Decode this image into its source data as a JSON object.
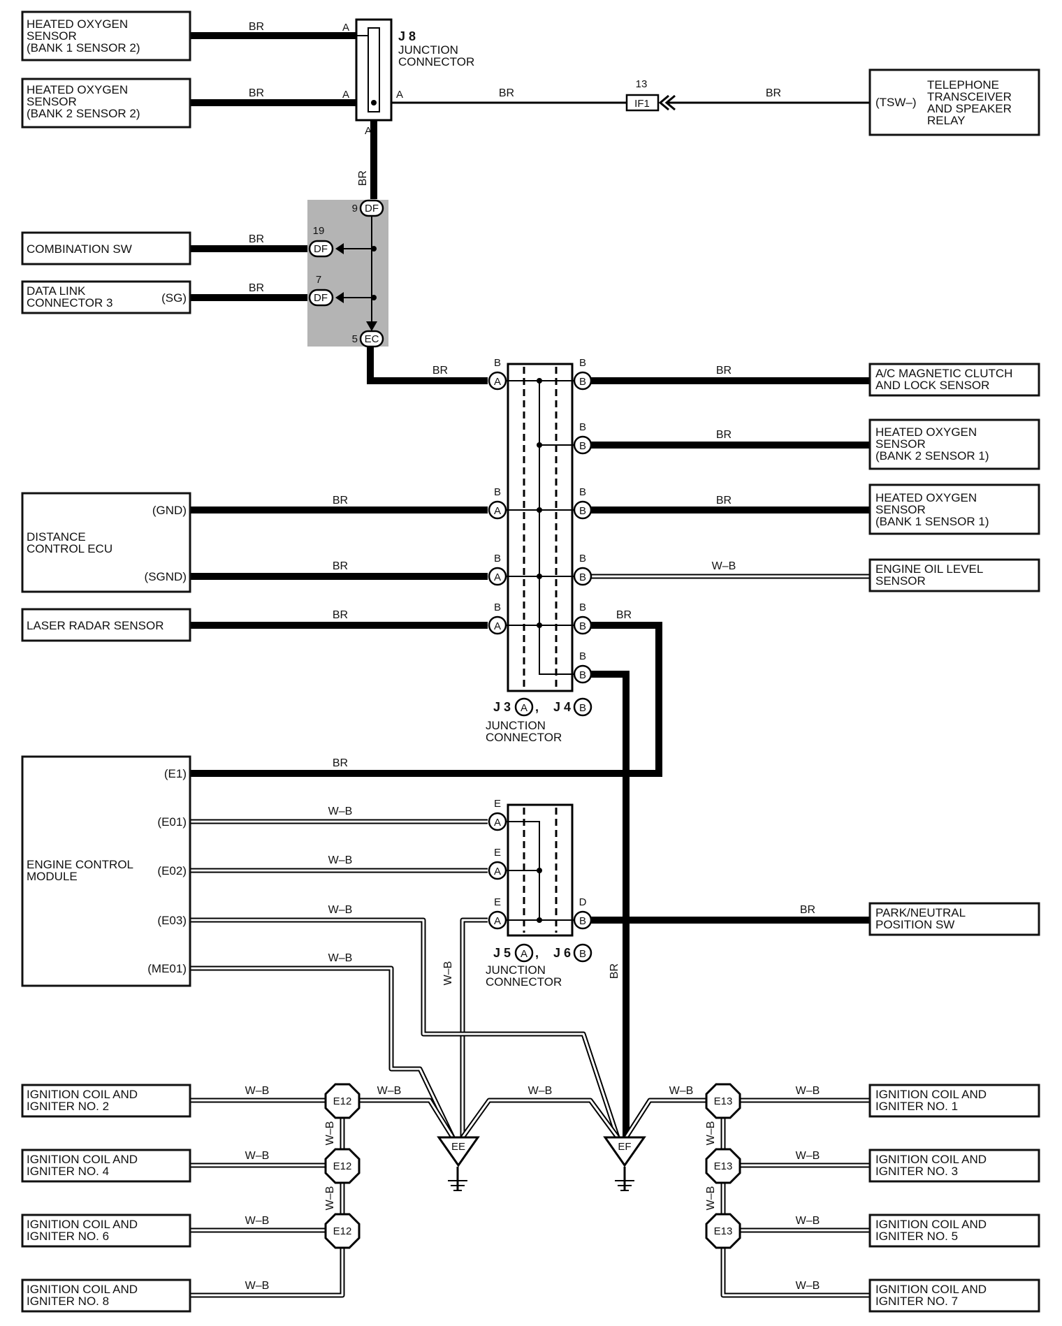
{
  "components": {
    "ho_b1s2": [
      "HEATED OXYGEN",
      "SENSOR",
      "(BANK 1 SENSOR 2)"
    ],
    "ho_b2s2": [
      "HEATED OXYGEN",
      "SENSOR",
      "(BANK 2 SENSOR 2)"
    ],
    "telephone": [
      "TELEPHONE",
      "TRANSCEIVER",
      "AND SPEAKER",
      "RELAY"
    ],
    "telephone_pin": "(TSW–)",
    "combination_sw": [
      "COMBINATION SW"
    ],
    "dlc3": [
      "DATA LINK",
      "CONNECTOR 3"
    ],
    "dlc3_pin": "(SG)",
    "ac_clutch": [
      "A/C MAGNETIC CLUTCH",
      "AND LOCK SENSOR"
    ],
    "ho_b2s1": [
      "HEATED OXYGEN",
      "SENSOR",
      "(BANK 2 SENSOR 1)"
    ],
    "ho_b1s1": [
      "HEATED OXYGEN",
      "SENSOR",
      "(BANK 1 SENSOR 1)"
    ],
    "distance_ecu": [
      "DISTANCE",
      "CONTROL ECU"
    ],
    "distance_ecu_pins": [
      "(GND)",
      "(SGND)"
    ],
    "oil_level": [
      "ENGINE OIL LEVEL",
      "SENSOR"
    ],
    "laser_radar": [
      "LASER RADAR SENSOR"
    ],
    "ecm": [
      "ENGINE CONTROL",
      "MODULE"
    ],
    "ecm_pins": [
      "(E1)",
      "(E01)",
      "(E02)",
      "(E03)",
      "(ME01)"
    ],
    "park_neutral": [
      "PARK/NEUTRAL",
      "POSITION SW"
    ],
    "ign_left": [
      [
        "IGNITION COIL AND",
        "IGNITER NO. 2"
      ],
      [
        "IGNITION COIL AND",
        "IGNITER NO. 4"
      ],
      [
        "IGNITION COIL AND",
        "IGNITER NO. 6"
      ],
      [
        "IGNITION COIL AND",
        "IGNITER NO. 8"
      ]
    ],
    "ign_right": [
      [
        "IGNITION COIL AND",
        "IGNITER NO. 1"
      ],
      [
        "IGNITION COIL AND",
        "IGNITER NO. 3"
      ],
      [
        "IGNITION COIL AND",
        "IGNITER NO. 5"
      ],
      [
        "IGNITION COIL AND",
        "IGNITER NO. 7"
      ]
    ]
  },
  "wire_colors": {
    "br": "BR",
    "wb": "W–B"
  },
  "connectors": {
    "j8_id": "J 8",
    "j8_label": [
      "JUNCTION",
      "CONNECTOR"
    ],
    "pin_a": "A",
    "pin_b": "B",
    "pin_d": "D",
    "pin_e": "E",
    "if1": "IF1",
    "if1_pin": "13",
    "df": "DF",
    "ec": "EC",
    "df_pins": [
      "9",
      "19",
      "7"
    ],
    "ec_pin": "5",
    "j3j4_label": [
      "J 3",
      ",",
      "J 4"
    ],
    "j5j6_label": [
      "J 5",
      ",",
      "J 6"
    ],
    "junction_label": [
      "JUNCTION",
      "CONNECTOR"
    ],
    "circle_a": "A",
    "circle_b": "B"
  },
  "grounds": {
    "ee": "EE",
    "ef": "EF",
    "e12": "E12",
    "e13": "E13"
  }
}
